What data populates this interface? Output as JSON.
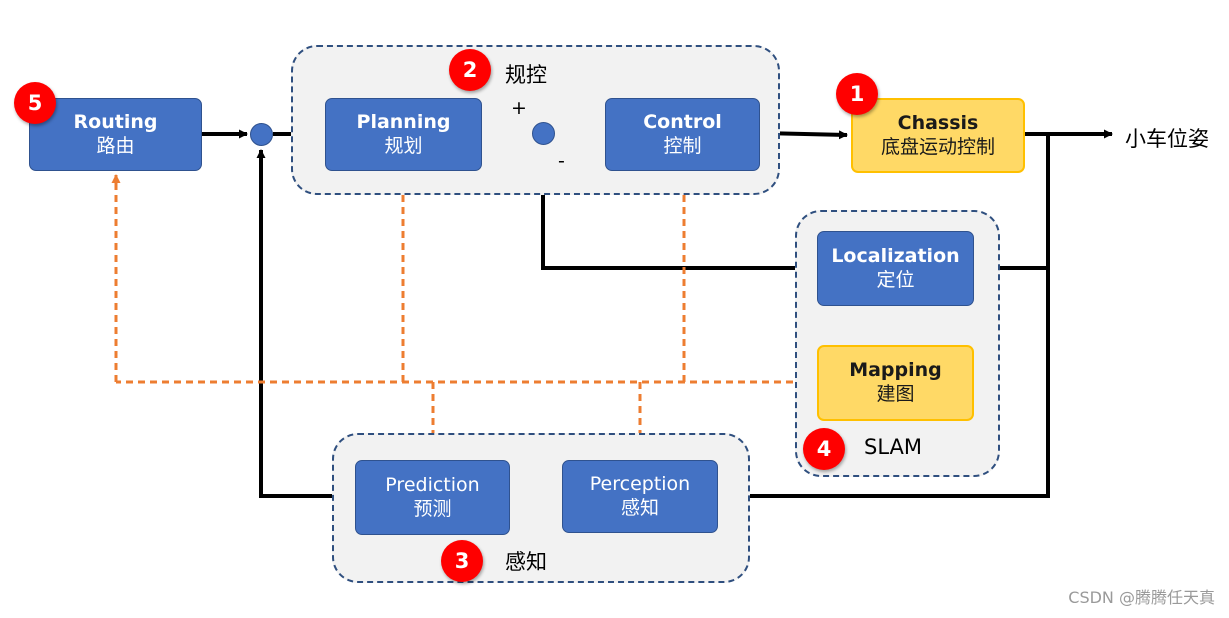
{
  "groups": {
    "planning_control": {
      "label": "规控",
      "badge": "2"
    },
    "perception": {
      "label": "感知",
      "badge": "3"
    },
    "slam": {
      "label": "SLAM",
      "badge": "4"
    }
  },
  "nodes": {
    "routing": {
      "en": "Routing",
      "zh": "路由",
      "badge": "5"
    },
    "planning": {
      "en": "Planning",
      "zh": "规划"
    },
    "control": {
      "en": "Control",
      "zh": "控制"
    },
    "chassis": {
      "en": "Chassis",
      "zh": "底盘运动控制",
      "badge": "1"
    },
    "localization": {
      "en": "Localization",
      "zh": "定位"
    },
    "mapping": {
      "en": "Mapping",
      "zh": "建图"
    },
    "prediction": {
      "en": "Prediction",
      "zh": "预测"
    },
    "perception": {
      "en": "Perception",
      "zh": "感知"
    }
  },
  "labels": {
    "output": "小车位姿",
    "plus": "+",
    "minus": "-"
  },
  "watermark": "CSDN @腾腾任天真",
  "colors": {
    "node_blue": "#4472c4",
    "node_yellow": "#ffd966",
    "group_bg": "#f2f2f2",
    "badge_red": "#ff0000",
    "dashed_orange": "#ed7d31",
    "mapping_green": "#a9d18e"
  }
}
